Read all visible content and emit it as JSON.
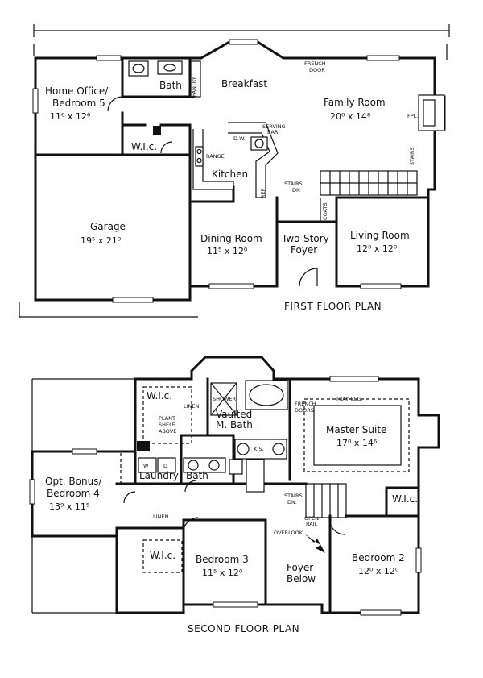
{
  "first_floor": {
    "title": "FIRST FLOOR PLAN",
    "rooms": {
      "home_office": {
        "line1": "Home Office/",
        "line2": "Bedroom 5",
        "dims": "11⁶ x 12⁶"
      },
      "bath": {
        "name": "Bath"
      },
      "pantry": {
        "name": "PANTRY"
      },
      "breakfast": {
        "name": "Breakfast"
      },
      "family_room": {
        "name": "Family Room",
        "dims": "20⁰ x 14⁸"
      },
      "french_door": {
        "line1": "FRENCH",
        "line2": "DOOR"
      },
      "fpl": {
        "name": "FPL."
      },
      "wic": {
        "name": "W.I.c."
      },
      "dw": {
        "name": "D.W."
      },
      "serving_bar": {
        "line1": "SERVING",
        "line2": "BAR"
      },
      "range": {
        "name": "RANGE"
      },
      "kitchen": {
        "name": "Kitchen"
      },
      "ref": {
        "name": "REF"
      },
      "stairs_dn": {
        "line1": "STAIRS",
        "line2": "DN"
      },
      "stairs": {
        "name": "STAIRS"
      },
      "coats": {
        "name": "COATS"
      },
      "garage": {
        "name": "Garage",
        "dims": "19⁵ x 21⁹"
      },
      "dining_room": {
        "name": "Dining Room",
        "dims": "11⁵ x 12⁰"
      },
      "foyer": {
        "line1": "Two-Story",
        "line2": "Foyer"
      },
      "living_room": {
        "name": "Living Room",
        "dims": "12⁰ x 12⁰"
      }
    }
  },
  "second_floor": {
    "title": "SECOND FLOOR PLAN",
    "rooms": {
      "wic_top": {
        "name": "W.I.c."
      },
      "linen_top": {
        "name": "LINEN"
      },
      "shower": {
        "name": "SHOWER"
      },
      "vaulted_bath": {
        "line1": "Vaulted",
        "line2": "M. Bath"
      },
      "plant_shelf": {
        "line1": "PLANT",
        "line2": "SHELF",
        "line3": "ABOVE"
      },
      "french_doors": {
        "line1": "FRENCH",
        "line2": "DOORS"
      },
      "tray_clg": {
        "name": "TRAY CLG."
      },
      "master_suite": {
        "name": "Master Suite",
        "dims": "17⁰ x 14⁶"
      },
      "ks": {
        "name": "K.S."
      },
      "w": {
        "name": "W"
      },
      "d": {
        "name": "D"
      },
      "laundry": {
        "name": "Laundry"
      },
      "bath2": {
        "name": "Bath"
      },
      "opt_bonus": {
        "line1": "Opt. Bonus/",
        "line2": "Bedroom 4",
        "dims": "13⁹ x 11⁵"
      },
      "stairs_dn": {
        "line1": "STAIRS",
        "line2": "DN."
      },
      "wic_right": {
        "name": "W.I.c."
      },
      "linen_mid": {
        "name": "LINEN"
      },
      "open_rail": {
        "line1": "OPEN",
        "line2": "RAIL"
      },
      "overlook": {
        "name": "OVERLOOK"
      },
      "wic_left": {
        "name": "W.I.c."
      },
      "bedroom3": {
        "name": "Bedroom 3",
        "dims": "11⁵ x 12⁰"
      },
      "foyer_below": {
        "line1": "Foyer",
        "line2": "Below"
      },
      "bedroom2": {
        "name": "Bedroom 2",
        "dims": "12⁰ x 12⁰"
      }
    }
  }
}
